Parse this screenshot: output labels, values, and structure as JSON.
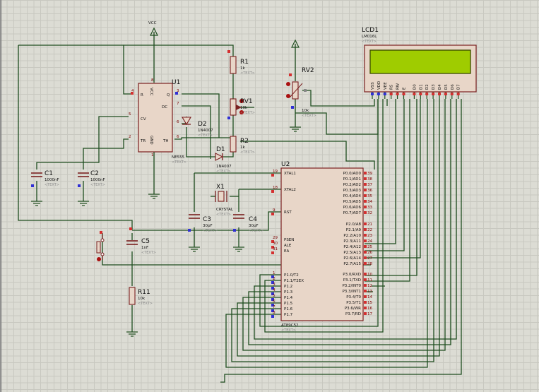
{
  "labels": {
    "vcc": "VCC",
    "text": "<TEXT>"
  },
  "u1": {
    "ref": "U1",
    "part": "NE555",
    "pins": [
      "R",
      "Q",
      "DC",
      "CV",
      "TR",
      "TH",
      "VCC",
      "GND"
    ],
    "pinnums": [
      "4",
      "3",
      "7",
      "5",
      "6",
      "2",
      "6",
      "8",
      "1"
    ]
  },
  "r1": {
    "ref": "R1",
    "value": "1k"
  },
  "rv1": {
    "ref": "RV1",
    "value": "10k"
  },
  "r2": {
    "ref": "R2",
    "value": "1k"
  },
  "d1": {
    "ref": "D1",
    "value": "1N4007"
  },
  "d2": {
    "ref": "D2",
    "value": "1N4007"
  },
  "c1": {
    "ref": "C1",
    "value": "1000nF"
  },
  "c2": {
    "ref": "C2",
    "value": "1000nF"
  },
  "c3": {
    "ref": "C3",
    "value": "30pF"
  },
  "c4": {
    "ref": "C4",
    "value": "30pF"
  },
  "c5": {
    "ref": "C5",
    "value": "1nF"
  },
  "x1": {
    "ref": "X1",
    "value": "CRYSTAL"
  },
  "r11": {
    "ref": "R11",
    "value": "10k"
  },
  "rv2": {
    "ref": "RV2",
    "value": "10k"
  },
  "lcd": {
    "ref": "LCD1",
    "part": "LM016L",
    "pins": [
      "VSS",
      "VDD",
      "VEE",
      "RS",
      "RW",
      "E",
      "D0",
      "D1",
      "D2",
      "D3",
      "D4",
      "D5",
      "D6",
      "D7"
    ]
  },
  "u2": {
    "ref": "U2",
    "part": "AT89C52",
    "left_pins": [
      {
        "num": "19",
        "name": "XTAL1"
      },
      {
        "num": "18",
        "name": "XTAL2"
      },
      {
        "num": "9",
        "name": "RST"
      },
      {
        "num": "29",
        "name": "PSEN"
      },
      {
        "num": "30",
        "name": "ALE"
      },
      {
        "num": "31",
        "name": "EA"
      },
      {
        "num": "1",
        "name": "P1.0/T2"
      },
      {
        "num": "2",
        "name": "P1.1/T2EX"
      },
      {
        "num": "3",
        "name": "P1.2"
      },
      {
        "num": "4",
        "name": "P1.3"
      },
      {
        "num": "5",
        "name": "P1.4"
      },
      {
        "num": "6",
        "name": "P1.5"
      },
      {
        "num": "7",
        "name": "P1.6"
      },
      {
        "num": "8",
        "name": "P1.7"
      }
    ],
    "right_pins": [
      {
        "num": "39",
        "name": "P0.0/AD0"
      },
      {
        "num": "38",
        "name": "P0.1/AD1"
      },
      {
        "num": "37",
        "name": "P0.2/AD2"
      },
      {
        "num": "36",
        "name": "P0.3/AD3"
      },
      {
        "num": "35",
        "name": "P0.4/AD4"
      },
      {
        "num": "34",
        "name": "P0.5/AD5"
      },
      {
        "num": "33",
        "name": "P0.6/AD6"
      },
      {
        "num": "32",
        "name": "P0.7/AD7"
      },
      {
        "num": "21",
        "name": "P2.0/A8"
      },
      {
        "num": "22",
        "name": "P2.1/A9"
      },
      {
        "num": "23",
        "name": "P2.2/A10"
      },
      {
        "num": "24",
        "name": "P2.3/A11"
      },
      {
        "num": "25",
        "name": "P2.4/A12"
      },
      {
        "num": "26",
        "name": "P2.5/A13"
      },
      {
        "num": "27",
        "name": "P2.6/A14"
      },
      {
        "num": "28",
        "name": "P2.7/A15"
      },
      {
        "num": "10",
        "name": "P3.0/RXD"
      },
      {
        "num": "11",
        "name": "P3.1/TXD"
      },
      {
        "num": "12",
        "name": "P3.2/INT0"
      },
      {
        "num": "13",
        "name": "P3.3/INT1"
      },
      {
        "num": "14",
        "name": "P3.4/T0"
      },
      {
        "num": "15",
        "name": "P3.5/T1"
      },
      {
        "num": "16",
        "name": "P3.6/WR"
      },
      {
        "num": "17",
        "name": "P3.7/RD"
      }
    ]
  }
}
